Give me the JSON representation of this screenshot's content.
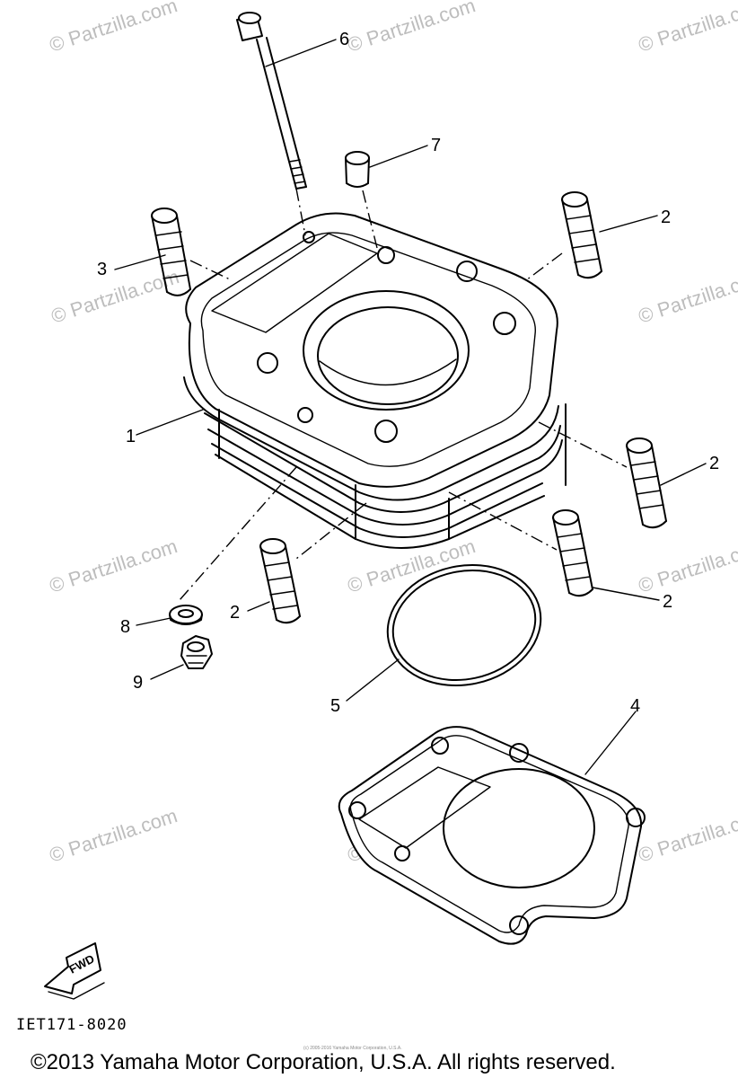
{
  "watermark": "© Partzilla.com",
  "callouts": {
    "c1": "1",
    "c2a": "2",
    "c2b": "2",
    "c2c": "2",
    "c2d": "2",
    "c3": "3",
    "c4": "4",
    "c5": "5",
    "c6": "6",
    "c7": "7",
    "c8": "8",
    "c9": "9"
  },
  "fwd_label": "FWD",
  "diagram_code": "IET171-8020",
  "small_notice": "(c) 2005-2016 Yamaha Motor Corporation, U.S.A.",
  "copyright": "©2013 Yamaha Motor Corporation, U.S.A. All rights reserved.",
  "icons": {
    "fwd_arrow": "fwd-arrow-icon"
  }
}
